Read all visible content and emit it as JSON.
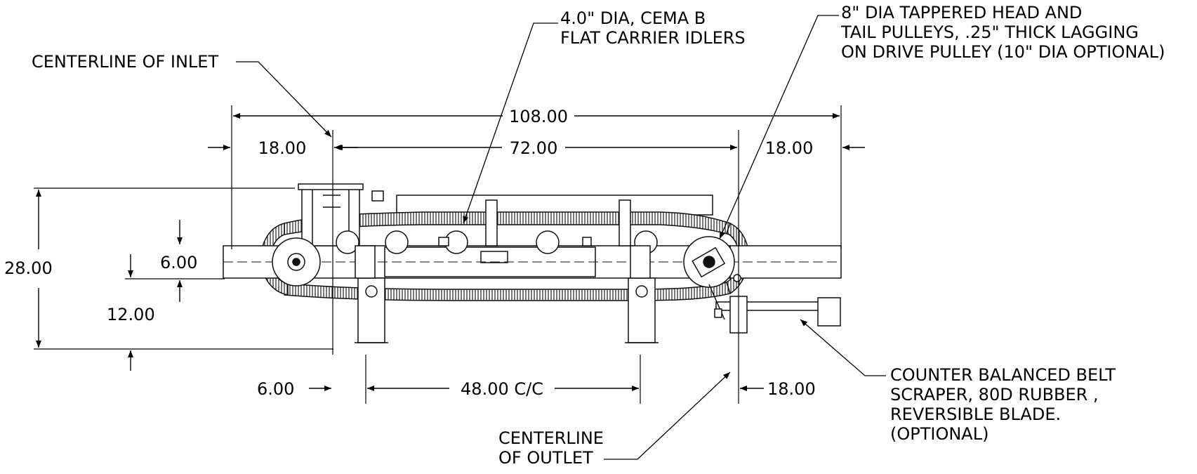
{
  "callouts": {
    "inlet": "CENTERLINE OF INLET",
    "idlers": [
      "4.0\" DIA, CEMA B",
      "FLAT CARRIER IDLERS"
    ],
    "pulleys": [
      "8\" DIA TAPPERED HEAD AND",
      "TAIL PULLEYS, .25\" THICK LAGGING",
      "ON DRIVE PULLEY (10\" DIA OPTIONAL)"
    ],
    "scraper": [
      "COUNTER BALANCED BELT",
      "SCRAPER, 80D RUBBER ,",
      "REVERSIBLE BLADE.",
      "(OPTIONAL)"
    ],
    "outlet": [
      "CENTERLINE",
      "OF OUTLET"
    ]
  },
  "dimensions": {
    "overall_length": "108.00",
    "left_overhang": "18.00",
    "inlet_to_outlet": "72.00",
    "right_overhang": "18.00",
    "overall_height": "28.00",
    "frame_depth": "6.00",
    "frame_elevation": "12.00",
    "leg_offset": "6.00",
    "leg_spacing": "48.00 C/C",
    "outlet_to_end": "18.00"
  }
}
